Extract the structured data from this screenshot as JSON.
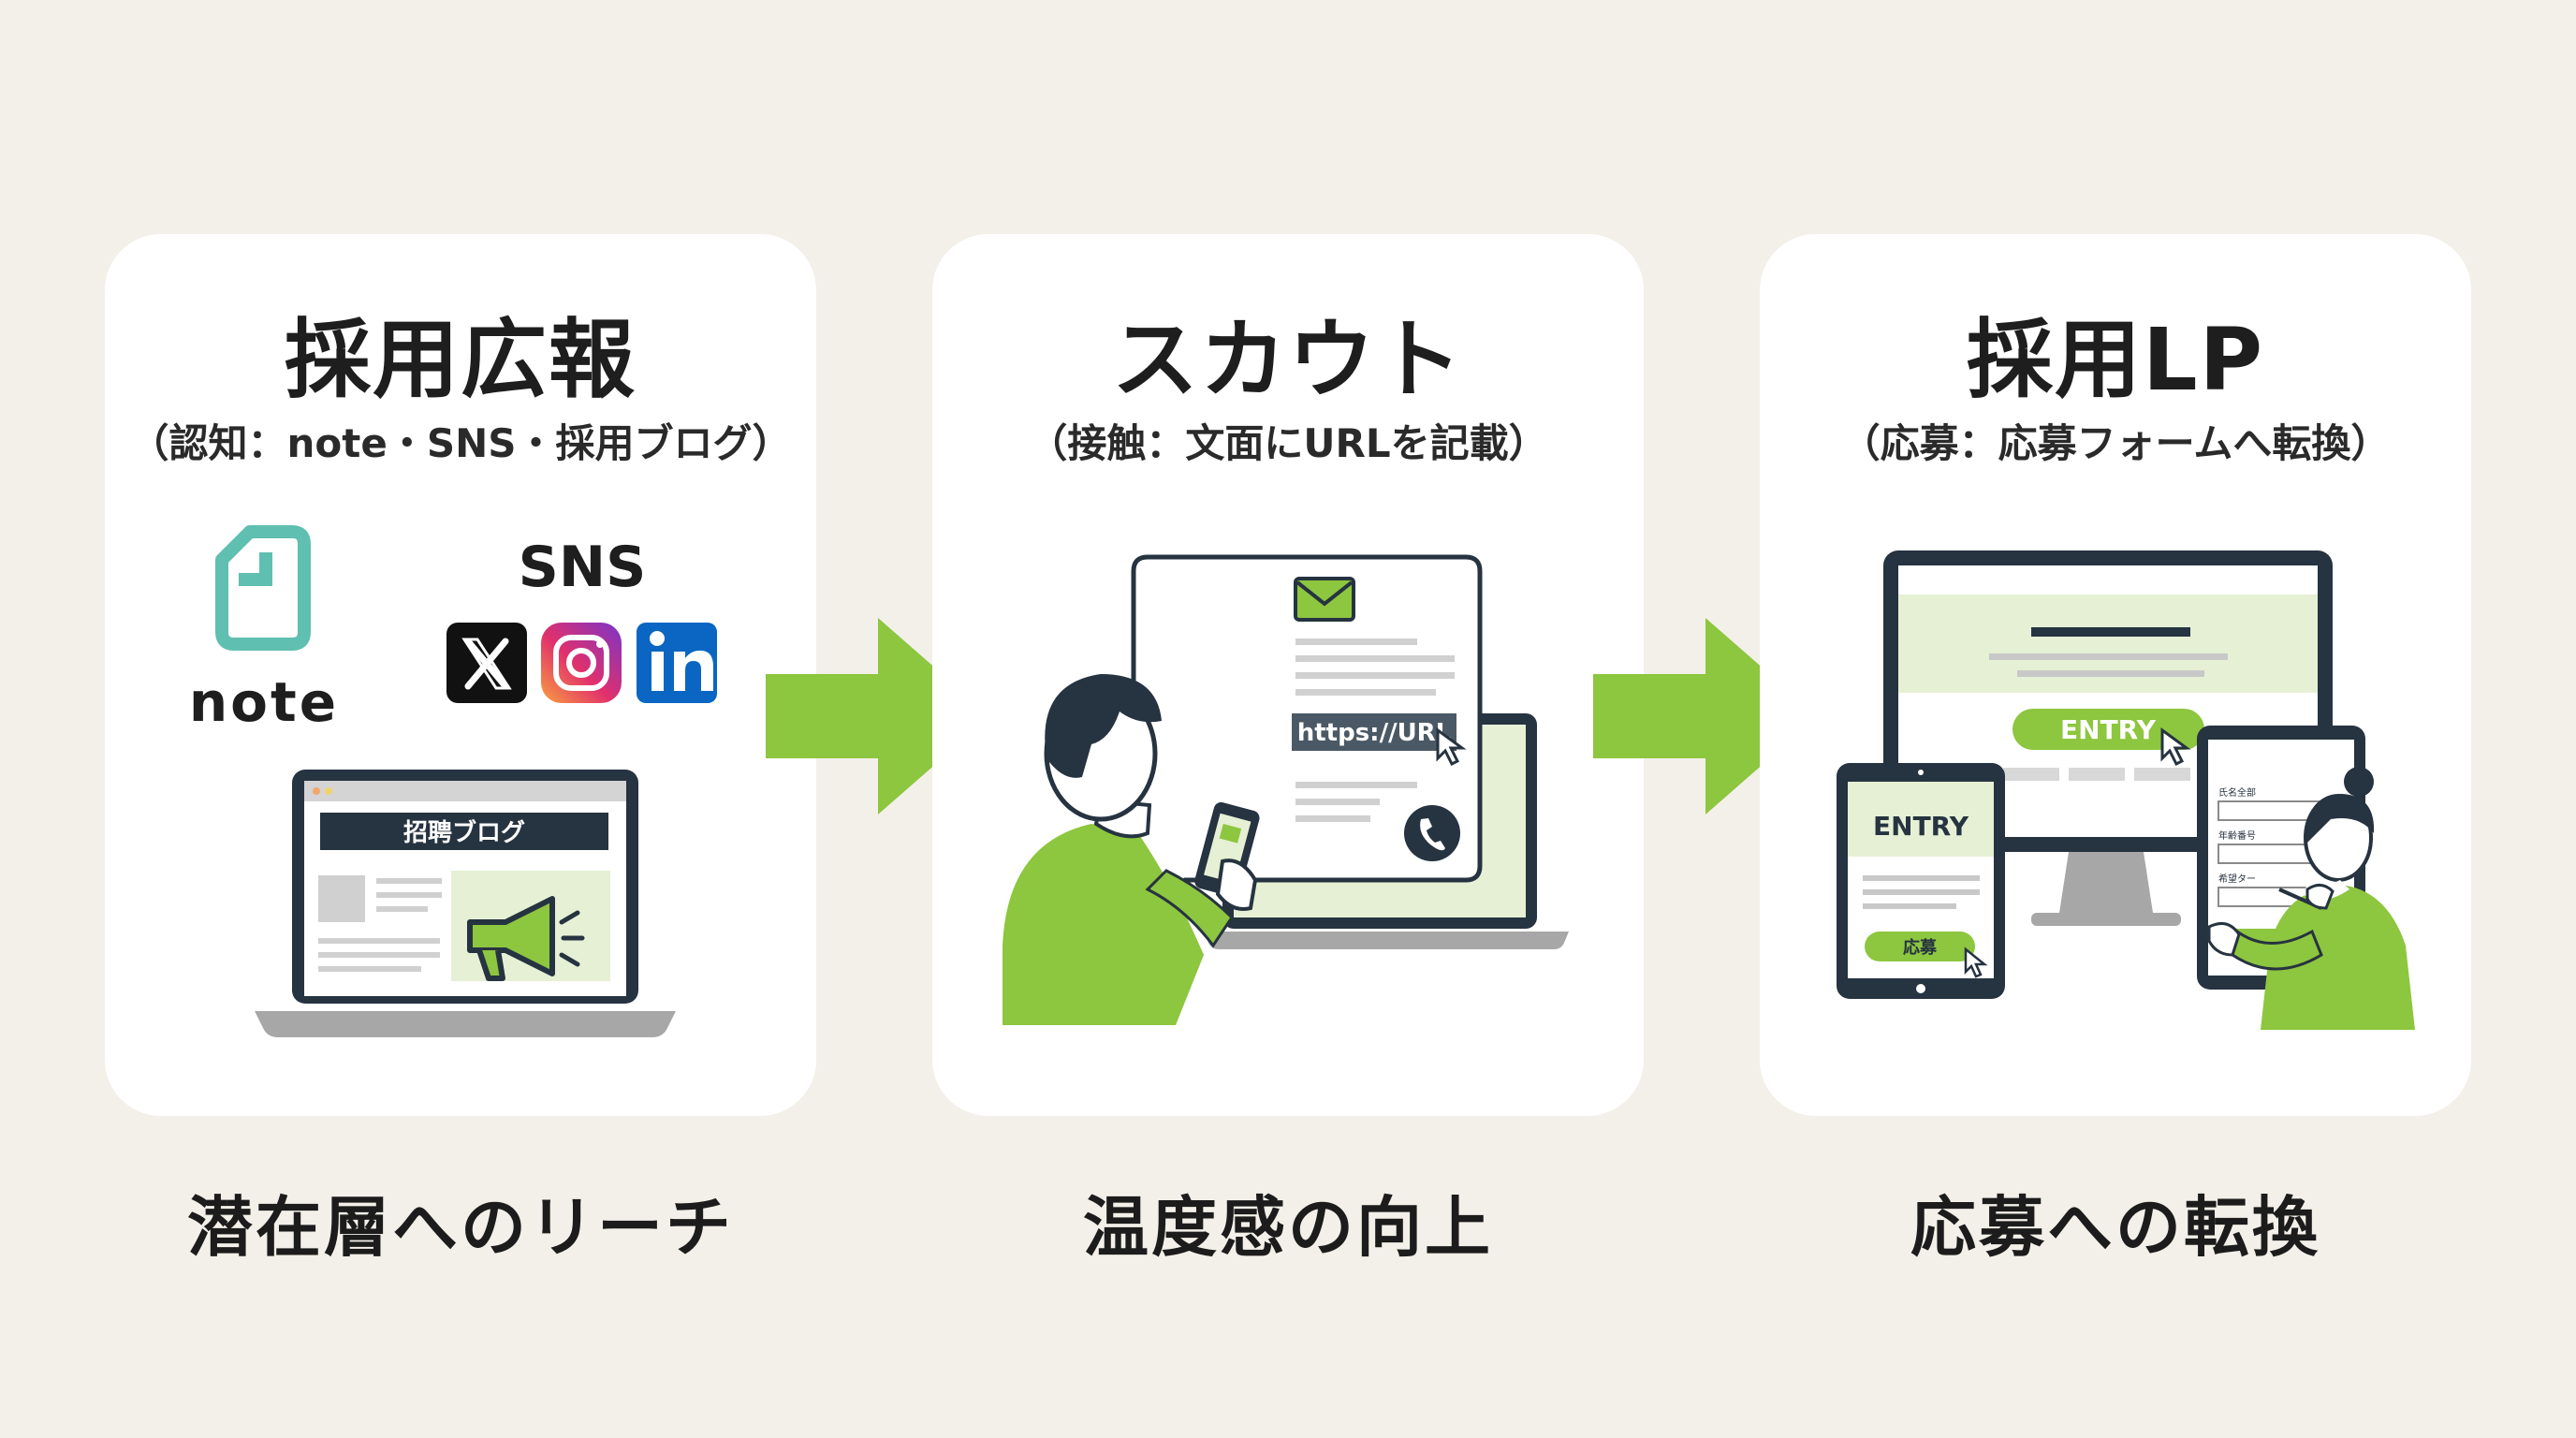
{
  "colors": {
    "background": "#f3f0e9",
    "card": "#ffffff",
    "accent_green": "#8dc63f",
    "light_green": "#e6f0d5",
    "navy": "#263340",
    "note_teal": "#5fbfb0"
  },
  "steps": [
    {
      "title": "採用広報",
      "subtitle": "（認知：note・SNS・採用ブログ）",
      "caption": "潜在層へのリーチ",
      "note_label": "note",
      "sns_label": "SNS",
      "blog_label": "招聘ブログ",
      "icons": [
        "note-icon",
        "x-icon",
        "instagram-icon",
        "linkedin-icon",
        "megaphone-icon"
      ]
    },
    {
      "title": "スカウト",
      "subtitle": "（接触：文面にURLを記載）",
      "caption": "温度感の向上",
      "url_label": "https://URL",
      "icons": [
        "mail-icon",
        "phone-icon",
        "cursor-icon"
      ]
    },
    {
      "title": "採用LP",
      "subtitle": "（応募：応募フォームへ転換）",
      "caption": "応募への転換",
      "desktop_entry": "ENTRY",
      "tablet_entry": "ENTRY",
      "tablet_button": "応募",
      "form_labels": [
        "氏名全部",
        "年齢番号",
        "希望ター"
      ],
      "icons": [
        "cursor-icon"
      ]
    }
  ]
}
